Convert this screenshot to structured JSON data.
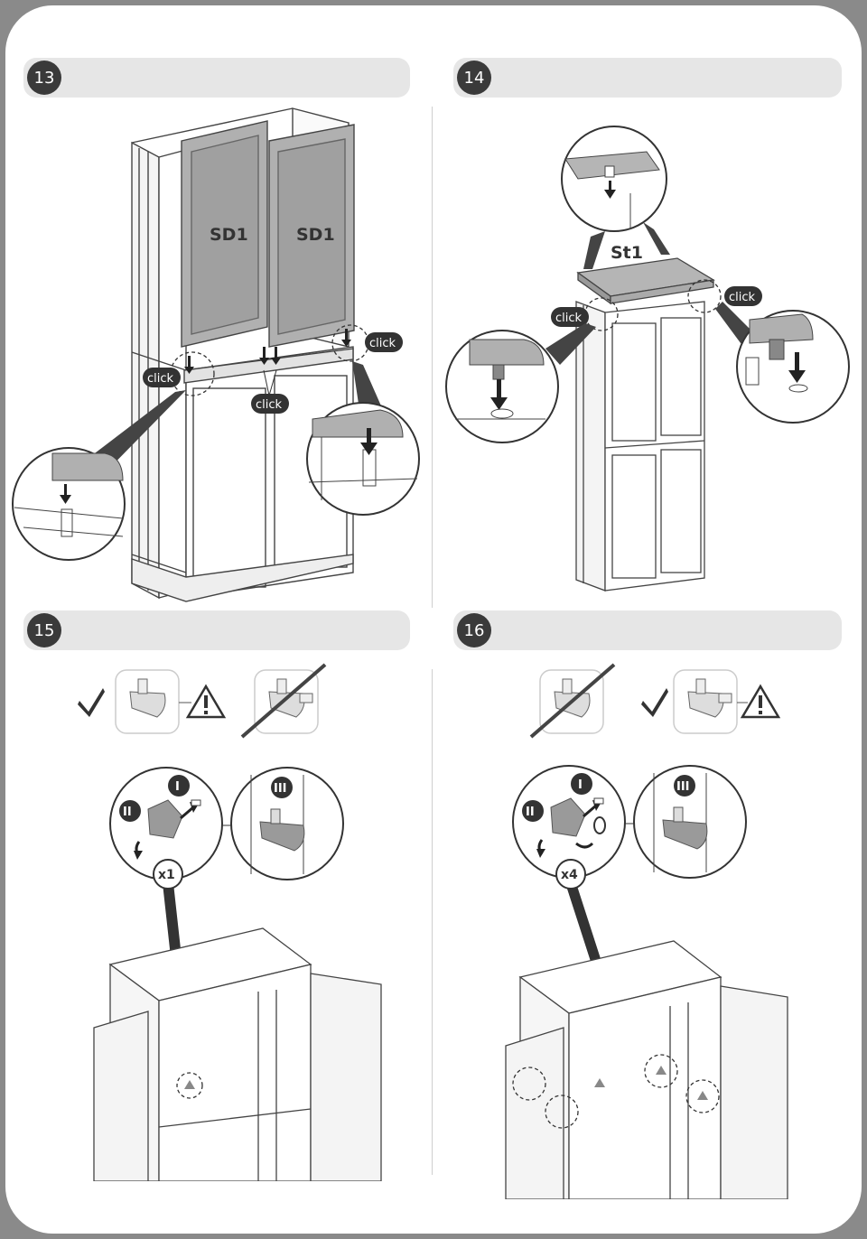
{
  "steps": [
    {
      "number": "13",
      "panel_labels": [
        "SD1",
        "SD1"
      ],
      "callouts": [
        "click",
        "click",
        "click"
      ]
    },
    {
      "number": "14",
      "top_label": "St1",
      "callouts": [
        "click",
        "click"
      ]
    },
    {
      "number": "15",
      "roman": [
        "I",
        "II",
        "III"
      ],
      "quantity": "x1"
    },
    {
      "number": "16",
      "roman": [
        "I",
        "II",
        "III"
      ],
      "quantity": "x4"
    }
  ],
  "icons": [
    "checkmark-icon",
    "warning-icon",
    "prohibited-icon",
    "arrow-down-icon"
  ],
  "colors": {
    "background": "#8a8a8a",
    "page": "#ffffff",
    "step_bar": "#e6e6e6",
    "step_badge": "#3a3a3a",
    "panel_fill": "#a9a9a9"
  }
}
